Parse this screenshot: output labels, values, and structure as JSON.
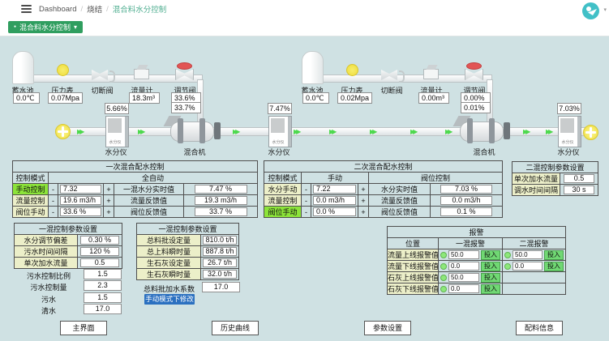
{
  "topbar": {
    "breadcrumb": {
      "items": [
        "Dashboard",
        "烧结",
        "混合料水分控制"
      ],
      "sep": "/"
    }
  },
  "tab": {
    "label": "混合料水分控制"
  },
  "icons": {
    "caret_down": "▾",
    "dot": "●",
    "flow_arrow": "▶▶",
    "minus": "-",
    "plus": "+"
  },
  "diagram": {
    "moisture_device_text": "水分仪",
    "train1": {
      "tank_label": "蓄水池",
      "tank_value": "0.0℃",
      "gauge_label": "压力表",
      "gauge_value": "0.07Mpa",
      "cutoff_label": "切断阀",
      "flow_label": "流量计",
      "flow_value": "18.3m³",
      "valve_label": "调节阀",
      "valve_sp": "33.6%",
      "valve_fb": "33.7%",
      "mixer_label": "混合机"
    },
    "train2": {
      "tank_label": "蓄水池",
      "tank_value": "0.0℃",
      "gauge_label": "压力表",
      "gauge_value": "0.02Mpa",
      "cutoff_label": "切断阀",
      "flow_label": "流量计",
      "flow_value": "0.00m³",
      "valve_label": "调节阀",
      "valve_sp": "0.00%",
      "valve_fb": "0.01%",
      "mixer_label": "混合机"
    },
    "meters": [
      {
        "value": "5.66%",
        "label": "水分仪"
      },
      {
        "value": "7.47%",
        "label": "水分仪"
      },
      {
        "value": "7.03%",
        "label": "水分仪"
      }
    ]
  },
  "panel_primary": {
    "title": "一次混合配水控制",
    "mode_label": "控制模式",
    "mode_value": "全自动",
    "rows": [
      {
        "label": "手动控制",
        "value": "7.32",
        "fb_label": "一混水分实时值",
        "fb_value": "7.47 %"
      },
      {
        "label": "流量控制",
        "value": "19.6 m3/h",
        "fb_label": "流量反馈值",
        "fb_value": "19.3 m3/h"
      },
      {
        "label": "阀位手动",
        "value": "33.6 %",
        "fb_label": "阀位反馈值",
        "fb_value": "33.7 %"
      }
    ]
  },
  "panel_secondary": {
    "title": "二次混合配水控制",
    "mode_label": "控制模式",
    "mode_left": "手动",
    "mode_right": "阀位控制",
    "rows": [
      {
        "label": "水分手动",
        "value": "7.22",
        "fb_label": "水分实时值",
        "fb_value": "7.03 %"
      },
      {
        "label": "流量控制",
        "value": "0.0 m3/h",
        "fb_label": "流量反馈值",
        "fb_value": "0.0 m3/h"
      },
      {
        "label": "阀位手动",
        "value": "0.0 %",
        "fb_label": "阀位反馈值",
        "fb_value": "0.1 %"
      }
    ]
  },
  "panel_mix2_params": {
    "title": "二混控制参数设置",
    "rows": [
      {
        "label": "单次加水流量",
        "value": "0.5"
      },
      {
        "label": "调水时间间隔",
        "value": "30 s"
      }
    ]
  },
  "panel_mix1_params_a": {
    "title": "一混控制参数设置",
    "boxed": [
      {
        "label": "水分调节偏差",
        "value": "0.30 %"
      },
      {
        "label": "污水时间间隔",
        "value": "120 %"
      },
      {
        "label": "单次加水流量",
        "value": "0.5"
      }
    ],
    "plain": [
      {
        "label": "污水控制比例",
        "value": "1.5"
      },
      {
        "label": "污水控制量",
        "value": "2.3"
      },
      {
        "label": "污水",
        "value": "1.5"
      },
      {
        "label": "清水",
        "value": "17.0"
      }
    ]
  },
  "panel_mix1_params_b": {
    "title": "一混控制参数设置",
    "boxed": [
      {
        "label": "总料批设定量",
        "value": "810.0 t/h"
      },
      {
        "label": "总上料瞬时量",
        "value": "887.8 t/h"
      },
      {
        "label": "生石灰设定量",
        "value": "26.7 t/h"
      },
      {
        "label": "生石灰瞬时量",
        "value": "32.0 t/h"
      }
    ],
    "plain": [
      {
        "label": "总料批加水系数",
        "value": "17.0"
      }
    ],
    "button": "手动模式下修改"
  },
  "panel_alarm": {
    "title": "报警",
    "col_position": "位置",
    "col_primary": "一混报警",
    "col_secondary": "二混报警",
    "engage": "投入",
    "rows": [
      {
        "label": "流量上线报警值",
        "primary": "50.0",
        "secondary": "50.0"
      },
      {
        "label": "流量下线报警值",
        "primary": "0.0",
        "secondary": "0.0"
      },
      {
        "label": "石灰上线报警值",
        "primary": "50.0"
      },
      {
        "label": "石灰下线报警值",
        "primary": "0.0"
      }
    ]
  },
  "footer": {
    "buttons": [
      "主界面",
      "历史曲线",
      "参数设置",
      "配料信息"
    ]
  },
  "colors": {
    "accent_green": "#2f9e5f",
    "active_green": "#8ce43a",
    "engage_green": "#70d873",
    "button_blue": "#2b70c0",
    "background": "#cfe1e3"
  }
}
